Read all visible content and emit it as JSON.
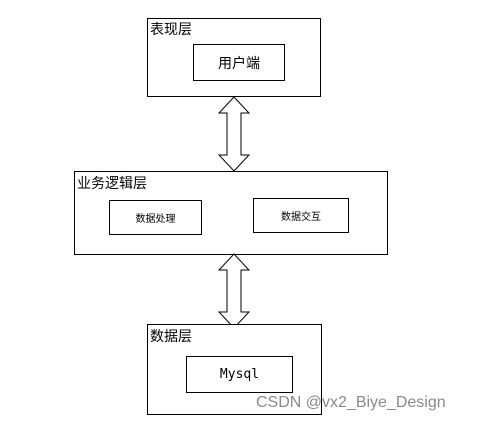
{
  "diagram": {
    "presentation_layer": {
      "title": "表现层",
      "modules": [
        "用户端"
      ]
    },
    "business_layer": {
      "title": "业务逻辑层",
      "modules": [
        "数据处理",
        "数据交互"
      ]
    },
    "data_layer": {
      "title": "数据层",
      "modules": [
        "Mysql"
      ]
    }
  },
  "watermark": "CSDN @vx2_Biye_Design",
  "colors": {
    "line": "#000000",
    "background": "#ffffff",
    "watermark": "#8a8a8a"
  }
}
